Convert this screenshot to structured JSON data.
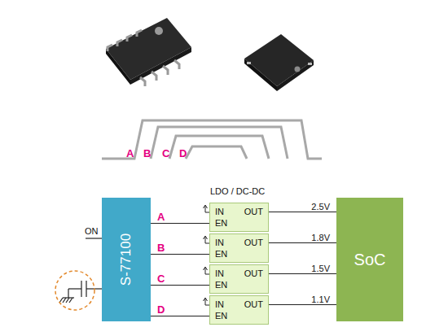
{
  "diagram": {
    "nodes": [
      {
        "text": [
          "S-77100"
        ]
      },
      {
        "text": [
          "IN",
          "OUT",
          "EN"
        ]
      },
      {
        "text": [
          "IN",
          "OUT",
          "EN"
        ]
      },
      {
        "text": [
          "IN",
          "OUT",
          "EN"
        ]
      },
      {
        "text": [
          "IN",
          "OUT",
          "EN"
        ]
      },
      {
        "text": [
          "SoC"
        ]
      }
    ],
    "edges": [
      {
        "from": 0,
        "to": 1,
        "label": "A",
        "arrow": "none"
      },
      {
        "from": 0,
        "to": 2,
        "label": "B",
        "arrow": "none"
      },
      {
        "from": 0,
        "to": 3,
        "label": "C",
        "arrow": "none"
      },
      {
        "from": 0,
        "to": 4,
        "label": "D",
        "arrow": "none"
      },
      {
        "from": 1,
        "to": 5,
        "label": "2.5V",
        "arrow": "none"
      },
      {
        "from": 2,
        "to": 5,
        "label": "1.8V",
        "arrow": "none"
      },
      {
        "from": 3,
        "to": 5,
        "label": "1.5V",
        "arrow": "none"
      },
      {
        "from": 4,
        "to": 5,
        "label": "1.1V",
        "arrow": "none"
      }
    ],
    "labels": [
      "A",
      "B",
      "C",
      "D",
      "LDO / DC-DC",
      "ON"
    ]
  }
}
